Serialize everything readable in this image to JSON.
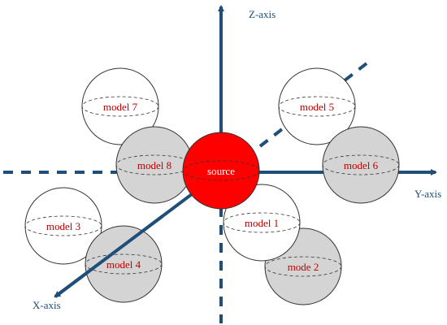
{
  "axes": {
    "z_label": "Z-axis",
    "y_label": "Y-axis",
    "x_label": "X-axis"
  },
  "source": {
    "label": "source",
    "fill": "#ff0000",
    "label_color": "#ffffff"
  },
  "spheres": [
    {
      "id": "model-7",
      "label": "model 7",
      "shaded": false
    },
    {
      "id": "model-8",
      "label": "model 8",
      "shaded": true
    },
    {
      "id": "model-5",
      "label": "model 5",
      "shaded": false
    },
    {
      "id": "model-6",
      "label": "model 6",
      "shaded": true
    },
    {
      "id": "model-3",
      "label": "model 3",
      "shaded": false
    },
    {
      "id": "model-4",
      "label": "model 4",
      "shaded": true
    },
    {
      "id": "model-1",
      "label": "model 1",
      "shaded": false
    },
    {
      "id": "model-2",
      "label": "mode 2",
      "shaded": true
    }
  ],
  "colors": {
    "axis": "#1f4e79",
    "label_text": "#c00000",
    "axis_text": "#1f4e79",
    "sphere_outline": "#333333",
    "shaded_fill": "#d4d4d4",
    "unshaded_fill": "#ffffff"
  }
}
